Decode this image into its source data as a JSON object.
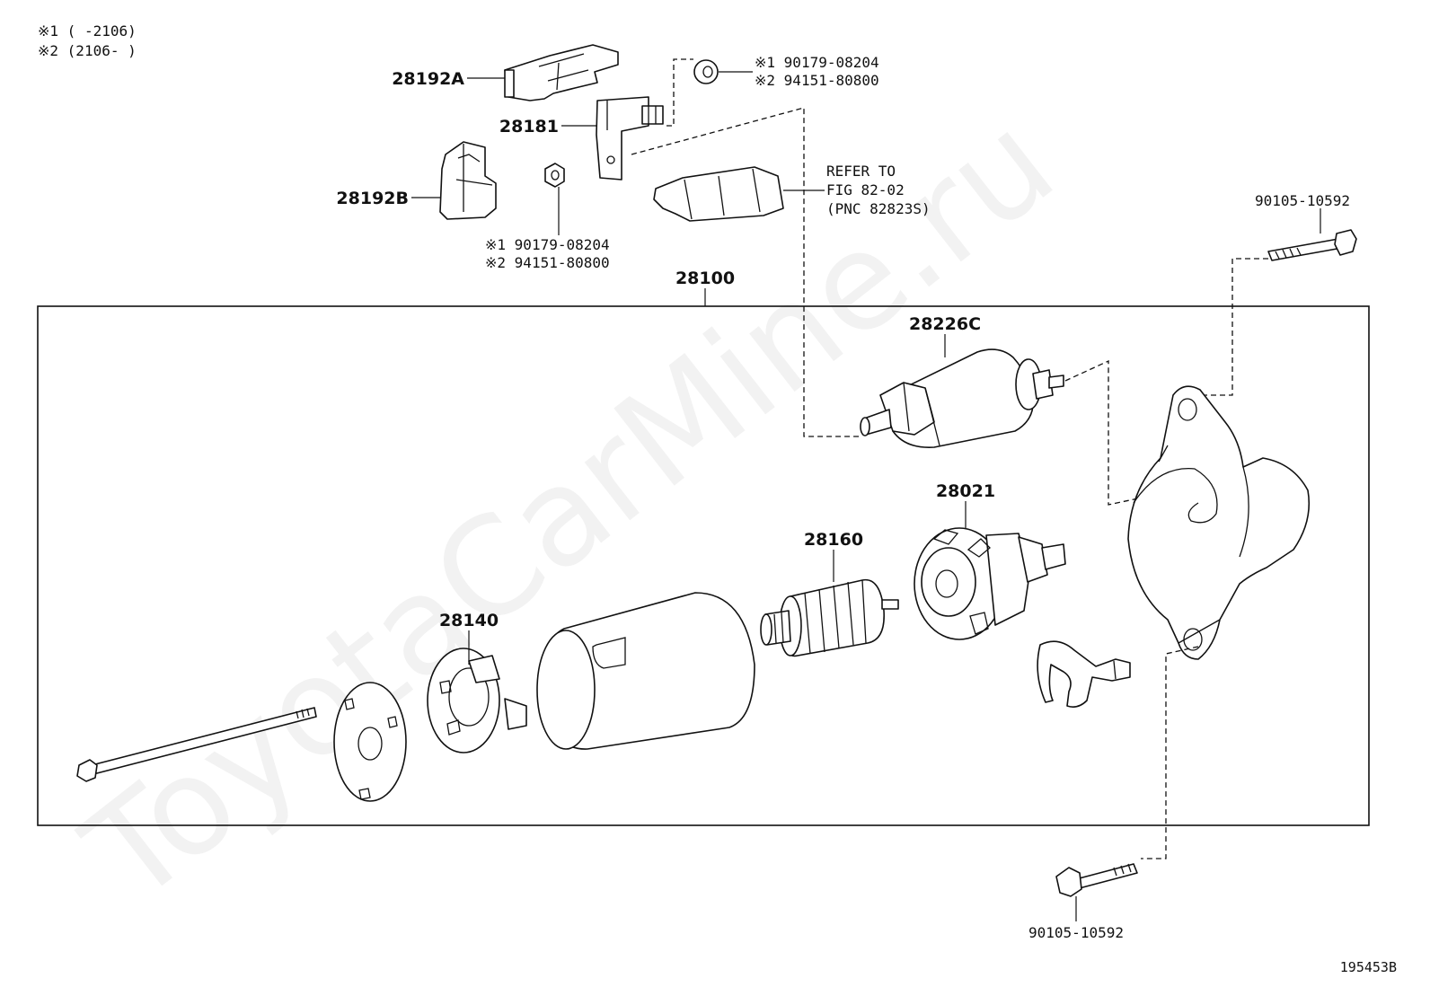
{
  "legend": {
    "note1": "※1 (    -2106)",
    "note2": "※2 (2106-    )"
  },
  "parts": {
    "p28192A": "28192A",
    "p28181": "28181",
    "p28192B": "28192B",
    "p28100": "28100",
    "p28226C": "28226C",
    "p28021": "28021",
    "p28160": "28160",
    "p28140": "28140",
    "bolt_top": "90105-10592",
    "bolt_bottom": "90105-10592"
  },
  "nut_top": {
    "alt1": "※1 90179-08204",
    "alt2": "※2 94151-80800"
  },
  "nut_mid": {
    "alt1": "※1 90179-08204",
    "alt2": "※2 94151-80800"
  },
  "refer": {
    "line1": "REFER TO",
    "line2": "FIG 82-02",
    "line3": "(PNC 82823S)"
  },
  "watermark": "ToyotaCarMine.ru",
  "figure_id": "195453B"
}
